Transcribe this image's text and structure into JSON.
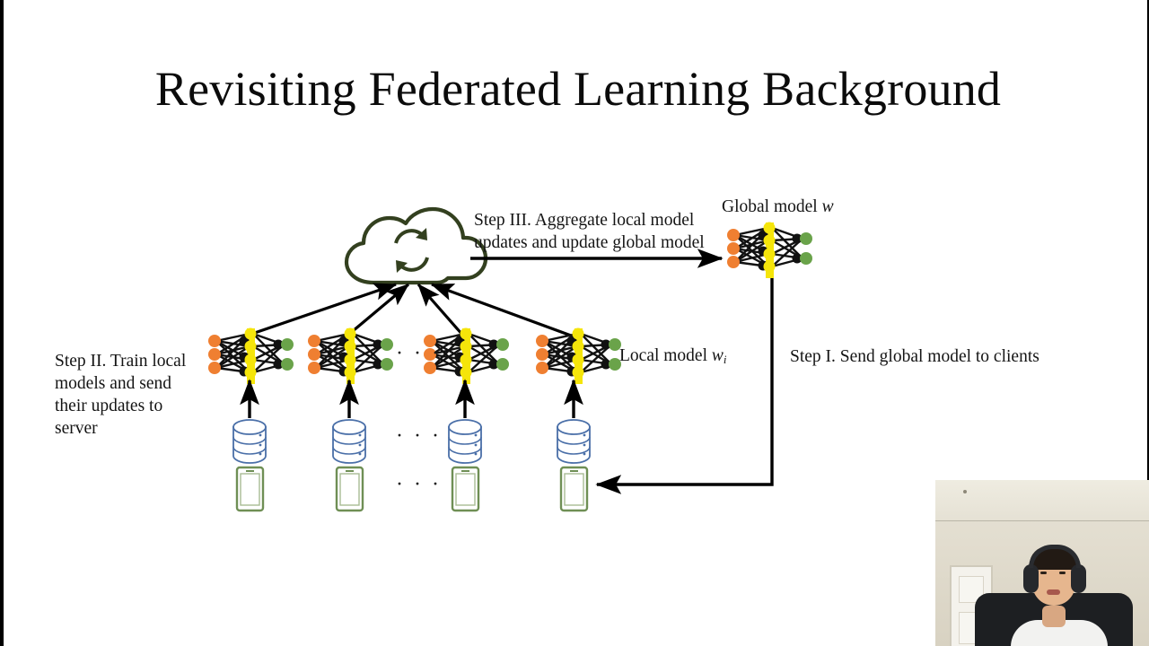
{
  "slide": {
    "title": "Revisiting Federated Learning Background",
    "background_color": "#ffffff"
  },
  "labels": {
    "step3": "Step III. Aggregate local model\nupdates and update global model",
    "step2": "Step II. Train local\nmodels and send\ntheir updates to\nserver",
    "step1": "Step I. Send global model to clients",
    "global_model_prefix": "Global model ",
    "global_model_symbol": "w",
    "local_model_prefix": "Local model ",
    "local_model_symbol": "w",
    "local_model_subscript": "i",
    "ellipsis": "· · ·"
  },
  "diagram": {
    "cloud": {
      "name": "aggregation-server-cloud",
      "stroke": "#33401f"
    },
    "network": {
      "input_color": "#ef7f31",
      "hidden_color": "#111111",
      "bar_color": "#f5e50a",
      "output_color": "#6aa34a",
      "input_nodes": 3,
      "bar_nodes": 4,
      "output_nodes": 2
    },
    "database": {
      "name": "local-dataset",
      "stroke": "#4a6fa8",
      "count": 4
    },
    "phone": {
      "name": "client-device",
      "stroke": "#6f8f55",
      "count": 4
    },
    "local_models_count": 4,
    "arrow_color": "#000000"
  },
  "webcam": {
    "name": "presenter-webcam-overlay",
    "description": "Presenter wearing over-ear headphones and a white t-shirt in front of a beige wall with a white door"
  }
}
